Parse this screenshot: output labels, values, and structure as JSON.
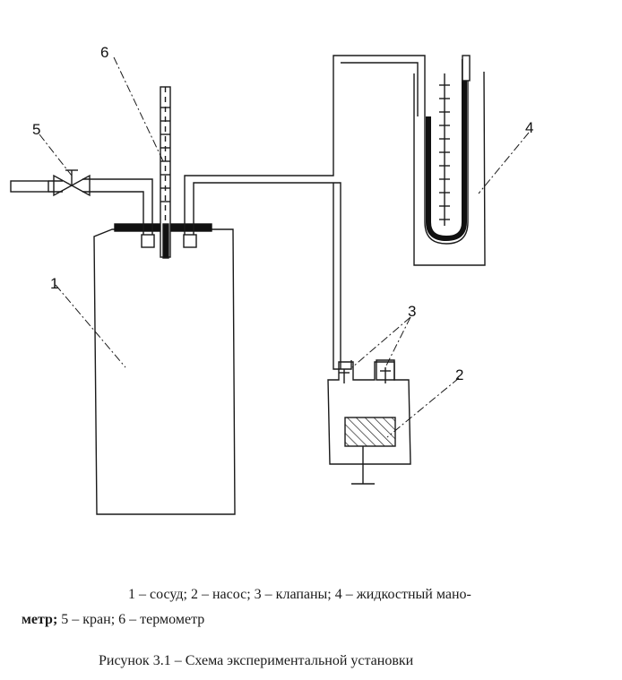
{
  "callouts": {
    "c1": "1",
    "c2": "2",
    "c3": "3",
    "c4": "4",
    "c5": "5",
    "c6": "6"
  },
  "legend": {
    "line1": "1 – сосуд; 2 – насос; 3 – клапаны; 4 – жидкостный мано-",
    "line2_term": "метр;",
    "line2_rest": " 5 – кран; 6 – термометр"
  },
  "caption": "Рисунок 3.1 – Схема экспериментальной установки",
  "colors": {
    "ink": "#1a1a1a",
    "fluid": "#111111"
  }
}
